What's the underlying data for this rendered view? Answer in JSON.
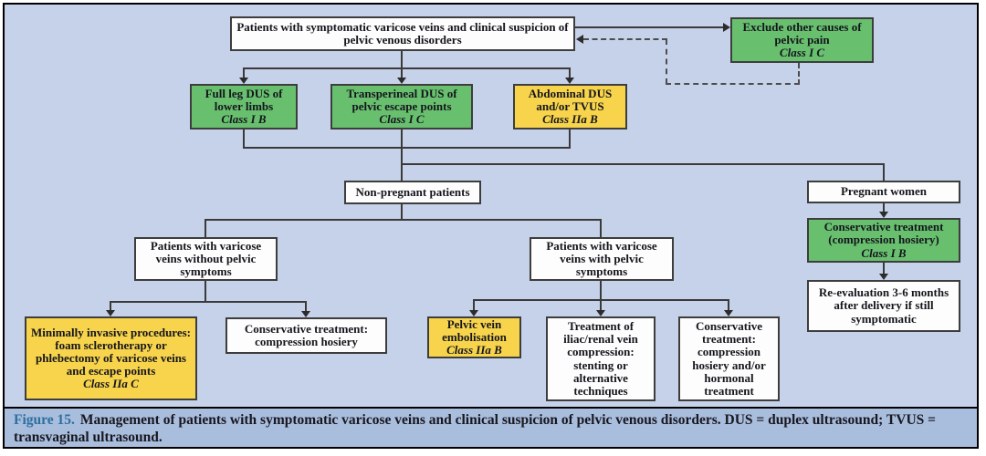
{
  "figure": {
    "caption_label": "Figure 15.",
    "caption_text": "Management of patients with symptomatic varicose veins and clinical suspicion of pelvic venous disorders. DUS = duplex ultrasound; TVUS = transvaginal ultrasound."
  },
  "colors": {
    "chart_background": "#c6d2e9",
    "caption_background": "#a9bddd",
    "green_node": "#68c06f",
    "yellow_node": "#f7d44c",
    "figure_label_blue": "#2d6f9e"
  },
  "nodes": {
    "start": {
      "text": "Patients with symptomatic varicose veins and clinical suspicion of pelvic venous disorders"
    },
    "exclude": {
      "text": "Exclude other causes of pelvic pain",
      "class_label": "Class I C"
    },
    "full_leg_dus": {
      "text": "Full leg DUS of lower limbs",
      "class_label": "Class I B"
    },
    "transperineal_dus": {
      "text": "Transperineal DUS of pelvic escape points",
      "class_label": "Class I C"
    },
    "abdominal_dus": {
      "text": "Abdominal DUS and/or TVUS",
      "class_label": "Class IIa B"
    },
    "non_pregnant": {
      "text": "Non-pregnant patients"
    },
    "pregnant": {
      "text": "Pregnant women"
    },
    "without_pelvic": {
      "text": "Patients with varicose veins without pelvic symptoms"
    },
    "with_pelvic": {
      "text": "Patients with varicose veins with pelvic symptoms"
    },
    "minimally_invasive": {
      "text": "Minimally invasive procedures: foam sclerotherapy or phlebectomy of varicose veins and escape points",
      "class_label": "Class IIa C"
    },
    "conservative_hosiery": {
      "text": "Conservative treatment: compression hosiery"
    },
    "embolisation": {
      "text": "Pelvic vein embolisation",
      "class_label": "Class IIa B"
    },
    "iliac_renal": {
      "text": "Treatment of iliac/renal vein compression: stenting or alternative techniques"
    },
    "conservative_hormonal": {
      "text": "Conservative treatment: compression hosiery and/or hormonal treatment"
    },
    "conservative_pregnant": {
      "text": "Conservative treatment (compression hosiery)",
      "class_label": "Class I B"
    },
    "re_evaluation": {
      "text": "Re-evaluation 3-6 months after delivery if still symptomatic"
    }
  }
}
